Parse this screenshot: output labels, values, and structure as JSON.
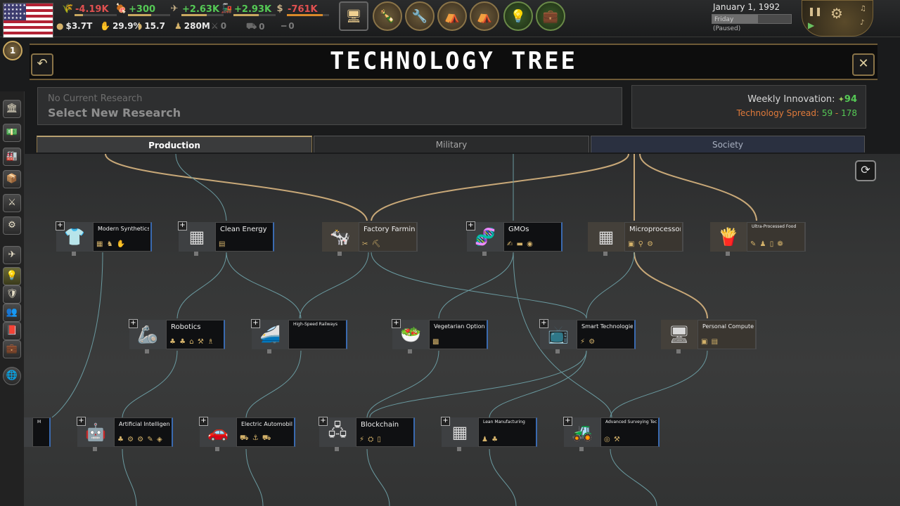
{
  "topbar": {
    "resources": [
      {
        "name": "food",
        "icon": "wheat-icon",
        "value": "-4.19K",
        "tone": "red",
        "bar": 0.2,
        "barColor": "#c9a860"
      },
      {
        "name": "goods",
        "icon": "meat-icon",
        "value": "+300",
        "tone": "green",
        "bar": 0.55,
        "barColor": "#c9a860"
      },
      {
        "name": "industry",
        "icon": "plane-icon",
        "value": "+2.63K",
        "tone": "green",
        "bar": 0.6,
        "barColor": "#c9a860"
      },
      {
        "name": "energy",
        "icon": "train-icon",
        "value": "+2.93K",
        "tone": "green",
        "bar": 0.6,
        "barColor": "#c9a860"
      },
      {
        "name": "money",
        "icon": "dollar-icon",
        "value": "-761K",
        "tone": "red",
        "bar": 0.85,
        "barColor": "#d98a2a"
      }
    ],
    "stats": [
      {
        "icon": "coin-icon",
        "value": "$3.7T"
      },
      {
        "icon": "percent-icon",
        "value": "29.9%"
      },
      {
        "icon": "bread-icon",
        "value": "15.7"
      },
      {
        "icon": "people-icon",
        "value": "280M"
      },
      {
        "icon": "rifle-icon",
        "value": "0",
        "dim": true
      },
      {
        "icon": "tank-icon",
        "value": "0",
        "dim": true
      },
      {
        "icon": "gun-icon",
        "value": "0",
        "dim": true
      }
    ],
    "date": "January 1, 1992",
    "day": "Friday",
    "status": "(Paused)",
    "rank": "1"
  },
  "title": "TECHNOLOGY TREE",
  "research": {
    "current": "No Current Research",
    "action": "Select New Research"
  },
  "innovation": {
    "weekly_label": "Weekly Innovation:",
    "weekly_value": "94",
    "spread_label": "Technology Spread:",
    "spread_current": "59",
    "spread_sep": "-",
    "spread_max": "178"
  },
  "tabs": {
    "production": "Production",
    "military": "Military",
    "society": "Society"
  },
  "nodes": [
    {
      "id": "modern-synthetics",
      "name": "Modern Synthetics",
      "size": "sm",
      "style": "blue",
      "icons": "▦ ♞ ✋",
      "pic": "shirt-icon",
      "glyph": "👕"
    },
    {
      "id": "clean-energy",
      "name": "Clean Energy",
      "size": "",
      "style": "blue",
      "icons": "▤",
      "pic": "solar-panel-icon",
      "glyph": "▦"
    },
    {
      "id": "factory-farming",
      "name": "Factory Farming",
      "size": "",
      "style": "tan",
      "icons": "✂ ⛏",
      "pic": "cow-icon",
      "glyph": "🐄"
    },
    {
      "id": "gmos",
      "name": "GMOs",
      "size": "",
      "style": "blue",
      "icons": "✍ ▬ ◉",
      "pic": "dna-icon",
      "glyph": "🧬"
    },
    {
      "id": "microprocessor",
      "name": "Microprocessor",
      "size": "",
      "style": "tan",
      "icons": "▣ ⚲ ⚙",
      "pic": "chip-icon",
      "glyph": "▦"
    },
    {
      "id": "ultra-processed-food",
      "name": "Ultra-Processed Food",
      "size": "xs",
      "style": "tan",
      "icons": "✎ ♟ ▯ ❁",
      "pic": "snack-icon",
      "glyph": "🍟"
    },
    {
      "id": "robotics",
      "name": "Robotics",
      "size": "",
      "style": "blue",
      "icons": "♣ ♣ ⌂ ⚒ ♗",
      "pic": "robot-arm-icon",
      "glyph": "🦾"
    },
    {
      "id": "high-speed-railways",
      "name": "High-Speed Railways",
      "size": "xs",
      "style": "blue",
      "icons": "",
      "pic": "bullet-train-icon",
      "glyph": "🚄"
    },
    {
      "id": "vegetarian-options",
      "name": "Vegetarian Options",
      "size": "sm",
      "style": "blue",
      "icons": "▩",
      "pic": "salad-icon",
      "glyph": "🥗"
    },
    {
      "id": "smart-technologies",
      "name": "Smart Technologies",
      "size": "sm",
      "style": "blue",
      "icons": "⚡ ⚙",
      "pic": "smart-tv-icon",
      "glyph": "📺"
    },
    {
      "id": "personal-computer",
      "name": "Personal Computer",
      "size": "sm",
      "style": "tan",
      "icons": "▣ ▤",
      "pic": "computer-icon",
      "glyph": "🖥"
    },
    {
      "id": "artificial-intelligence",
      "name": "Artificial Intelligence",
      "size": "sm",
      "style": "blue",
      "icons": "♣ ⚙ ⚙ ✎ ◈",
      "pic": "android-icon",
      "glyph": "🤖"
    },
    {
      "id": "electric-automobile",
      "name": "Electric Automobile",
      "size": "sm",
      "style": "blue",
      "icons": "⛟ ⚓ ⛟",
      "pic": "car-icon",
      "glyph": "🚗"
    },
    {
      "id": "blockchain",
      "name": "Blockchain",
      "size": "",
      "style": "blue",
      "icons": "⚡ ⛭ ▯",
      "pic": "server-icon",
      "glyph": "🖧"
    },
    {
      "id": "lean-manufacturing",
      "name": "Lean Manufacturing",
      "size": "xs",
      "style": "blue",
      "icons": "♟ ♣",
      "pic": "conveyor-icon",
      "glyph": "▦"
    },
    {
      "id": "advanced-surveying",
      "name": "Advanced Surveying Technologies",
      "size": "xs",
      "style": "blue",
      "icons": "◎ ⚒",
      "pic": "excavator-icon",
      "glyph": "🚜"
    },
    {
      "id": "offscreen-m",
      "name": "M",
      "size": "xs",
      "style": "blue",
      "icons": "",
      "pic": "",
      "glyph": ""
    }
  ]
}
